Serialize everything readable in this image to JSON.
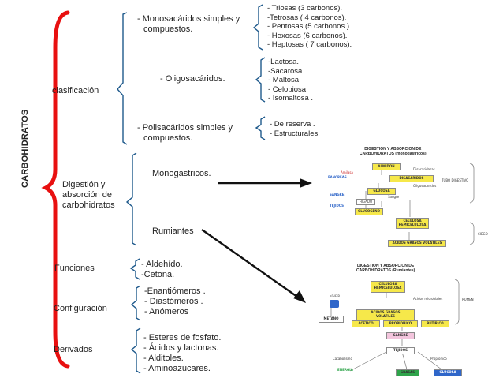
{
  "title": "CARBOHIDRATOS",
  "sections": {
    "clasificacion": "clasificación",
    "digestion": [
      "Digestión y",
      "absorción de",
      "carbohidratos"
    ],
    "funciones": "Funciones",
    "configuracion": "Configuración",
    "derivados": "Derivados"
  },
  "clasificacion_items": {
    "mono": [
      "- Monosacáridos simples y",
      "compuestos."
    ],
    "oligo": "- Oligosacáridos.",
    "poli": [
      "- Polisacáridos simples y",
      "compuestos."
    ]
  },
  "mono_types": [
    "- Triosas (3 carbonos).",
    "-Tetrosas ( 4 carbonos).",
    "- Pentosas (5 carbonos ).",
    "- Hexosas (6 carbonos).",
    "- Heptosas ( 7 carbonos)."
  ],
  "oligo_types": [
    "-Lactosa.",
    "-Sacarosa .",
    "- Maltosa.",
    "- Celobiosa",
    "- Isomaltosa ."
  ],
  "poli_types": [
    "- De reserva .",
    "- Estructurales."
  ],
  "digestion_items": {
    "mono": "Monogastricos.",
    "rum": "Rumiantes"
  },
  "funciones_items": [
    "- Aldehído.",
    "-Cetona."
  ],
  "configuracion_items": [
    "-Enantiómeros .",
    "- Diastómeros .",
    "- Anómeros"
  ],
  "derivados_items": [
    "-  Esteres de fosfato.",
    "-  Ácidos y lactonas.",
    "-  Alditoles.",
    "-  Aminoazúcares."
  ],
  "diagram1": {
    "title_lines": [
      "DIGESTION Y ABSORCION DE",
      "CARBOHIDRATOS (monogastricos)"
    ],
    "almidon": "ALMIDON",
    "disacaridos": "DISACARIDOS",
    "glucosa": "GLUCOSA",
    "higado": "HIGADO",
    "glucogeno": "GLUCOGENO",
    "celulosa": [
      "CELULOSA",
      "HEMICELULOSA"
    ],
    "agv": "ACIDOS GRASOS VOLATILES",
    "side_labels": [
      "TUBO DIGESTIVO",
      "CIEGO"
    ],
    "left_labels": [
      "Amilasa",
      "PANCREAS",
      "SANGRE",
      "TEJIDOS"
    ],
    "right_labels": [
      "Disacaridasas",
      "Oligosacaridos",
      "Sangre"
    ]
  },
  "diagram2": {
    "title_lines": [
      "DIGESTION Y ABSORCION DE",
      "CARBOHIDRATOS (Rumiantes)"
    ],
    "celulosa": [
      "CELULOSA",
      "HEMICELULOSA"
    ],
    "rumen": "RUMEN",
    "eructo": "Eructo",
    "metano": "METANO",
    "agv": [
      "ACIDOS GRASOS",
      "VOLATILES"
    ],
    "acetico": "ACETICO",
    "propionico": "PROPIONICO",
    "butirico": "BUTIRICO",
    "sangre": "SANGRE",
    "tejidos": "TEJIDOS",
    "catabolismo": "Catabolismo",
    "energia": "ENERGIA",
    "grasas": "GRASAS",
    "glucosa": "GLUCOSA",
    "propionico_small": "Propionico",
    "acidos_small": "Acidos microbiales"
  },
  "colors": {
    "brace_red": "#e81010",
    "bracket_blue": "#1f5a8c",
    "arrow": "#111111"
  }
}
